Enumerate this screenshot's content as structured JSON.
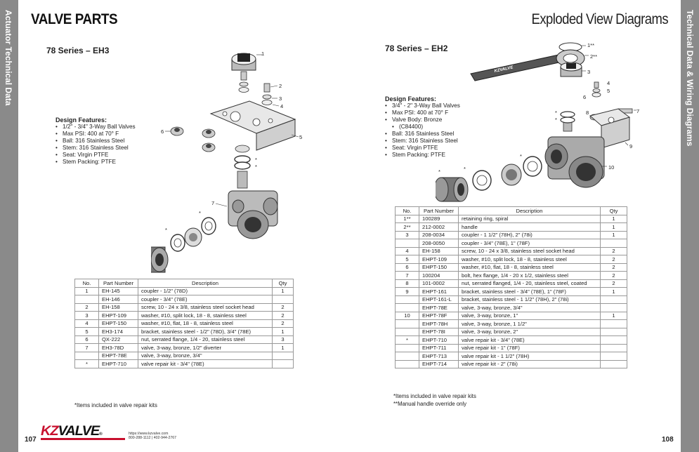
{
  "side_tabs": {
    "left": "Actuator Technical Data",
    "right": "Technical Data & Wiring Diagrams"
  },
  "header": {
    "left_title": "VALVE PARTS",
    "right_title": "Exploded View Diagrams"
  },
  "left": {
    "series_title": "78 Series – EH3",
    "features_title": "Design Features:",
    "features": [
      "1/2\" - 3/4\" 3-Way Ball Valves",
      "Max PSI: 400 at 70° F",
      "Ball: 316 Stainless Steel",
      "Stem: 316 Stainless Steel",
      "Seat: Virgin PTFE",
      "Stem Packing: PTFE"
    ],
    "callouts": [
      "1",
      "2",
      "3",
      "4",
      "5",
      "6",
      "7",
      "*",
      "*",
      "*",
      "*"
    ],
    "table": {
      "headers": [
        "No.",
        "Part Number",
        "Description",
        "Qty"
      ],
      "rows": [
        [
          "1",
          "EH-145",
          "coupler - 1/2\" (78D)",
          "1"
        ],
        [
          "",
          "EH-146",
          "coupler - 3/4\" (78E)",
          ""
        ],
        [
          "2",
          "EH-158",
          "screw, 10 - 24 x 3/8, stainless steel socket head",
          "2"
        ],
        [
          "3",
          "EHPT-109",
          "washer, #10, split lock, 18 - 8, stainless steel",
          "2"
        ],
        [
          "4",
          "EHPT-150",
          "washer, #10, flat, 18 - 8, stainless steel",
          "2"
        ],
        [
          "5",
          "EH3-174",
          "bracket, stainless steel - 1/2\" (78D), 3/4\" (78E)",
          "1"
        ],
        [
          "6",
          "QX-222",
          "nut, serrated flange, 1/4 - 20, stainless steel",
          "3"
        ],
        [
          "7",
          "EH3-78D",
          "valve, 3-way, bronze, 1/2\" diverter",
          "1"
        ],
        [
          "",
          "EHPT-78E",
          "valve, 3-way, bronze, 3/4\"",
          ""
        ],
        [
          "*",
          "EHPT-710",
          "valve repair kit - 3/4\" (78E)",
          ""
        ]
      ]
    },
    "footnote": "*Items included in valve repair kits",
    "page_number": "107"
  },
  "right": {
    "series_title": "78 Series – EH2",
    "features_title": "Design Features:",
    "features": [
      "3/4\" - 2\" 3-Way Ball Valves",
      "Max PSI: 400 at 70° F",
      "Valve Body: Bronze",
      "(C84400)",
      "Ball: 316 Stainless Steel",
      "Stem: 316 Stainless Steel",
      "Seat: Virgin PTFE",
      "Stem Packing: PTFE"
    ],
    "callouts": [
      "1**",
      "2**",
      "3",
      "4",
      "5",
      "6",
      "7",
      "8",
      "9",
      "10",
      "*",
      "*",
      "*",
      "*",
      "*"
    ],
    "handle_text": "KZVALVE",
    "table": {
      "headers": [
        "No.",
        "Part Number",
        "Description",
        "Qty"
      ],
      "rows": [
        [
          "1**",
          "100289",
          "retaining ring, spiral",
          "1"
        ],
        [
          "2**",
          "212-0002",
          "handle",
          "1"
        ],
        [
          "3",
          "208-0034",
          "coupler - 1 1/2\" (78H), 2\" (78i)",
          "1"
        ],
        [
          "",
          "208-0050",
          "coupler - 3/4\" (78E), 1\" (78F)",
          ""
        ],
        [
          "4",
          "EH-158",
          "screw, 10 - 24 x 3/8, stainless steel socket head",
          "2"
        ],
        [
          "5",
          "EHPT-109",
          "washer, #10, split lock, 18 - 8, stainless steel",
          "2"
        ],
        [
          "6",
          "EHPT-150",
          "washer, #10, flat, 18 - 8, stainless steel",
          "2"
        ],
        [
          "7",
          "100204",
          "bolt, hex flange, 1/4 - 20 x 1/2, stainless steel",
          "2"
        ],
        [
          "8",
          "101-0002",
          "nut, serrated flanged, 1/4 - 20, stainless steel, coated",
          "2"
        ],
        [
          "9",
          "EHPT-161",
          "bracket, stainless steel - 3/4\" (78E), 1\" (78F)",
          "1"
        ],
        [
          "",
          "EHPT-161-L",
          "bracket, stainless steel - 1 1/2\" (78H), 2\" (78i)",
          ""
        ],
        [
          "",
          "EHPT-78E",
          "valve, 3-way, bronze, 3/4\"",
          ""
        ],
        [
          "10",
          "EHPT-78F",
          "valve, 3-way, bronze, 1\"",
          "1"
        ],
        [
          "",
          "EHPT-78H",
          "valve, 3-way, bronze, 1 1/2\"",
          ""
        ],
        [
          "",
          "EHPT-78I",
          "valve, 3-way, bronze, 2\"",
          ""
        ],
        [
          "*",
          "EHPT-710",
          "valve repair kit - 3/4\" (78E)",
          ""
        ],
        [
          "",
          "EHPT-711",
          "valve repair kit - 1\" (78F)",
          ""
        ],
        [
          "",
          "EHPT-713",
          "valve repair kit - 1 1/2\" (78H)",
          ""
        ],
        [
          "",
          "EHPT-714",
          "valve repair kit - 2\" (78i)",
          ""
        ]
      ]
    },
    "footnotes": [
      "*Items included in valve repair kits",
      "**Manual handle override only"
    ],
    "page_number": "108"
  },
  "footer": {
    "logo_prefix": "KZ",
    "logo_text": "VALVE",
    "logo_mark": "®",
    "url": "https://www.kzvalve.com",
    "phone": "800-288-1112 | 402-944-2767"
  }
}
